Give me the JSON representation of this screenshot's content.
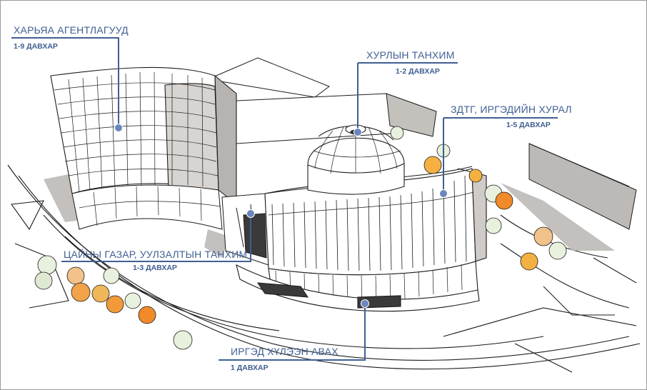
{
  "colors": {
    "callout": "#3f5f93",
    "marker": "#6a86bd",
    "ink": "#1c1c1c",
    "shadow": "#b9b5b2"
  },
  "callouts": [
    {
      "id": "regional-agencies",
      "title": "ХАРЬЯА АГЕНТЛАГУУД",
      "floors": "1-9 ДАВХАР"
    },
    {
      "id": "conference-hall",
      "title": "ХУРЛЫН ТАНХИМ",
      "floors": "1-2 ДАВХАР"
    },
    {
      "id": "city-council",
      "title": "ЗДТГ, ИРГЭДИЙН ХУРАЛ",
      "floors": "1-5 ДАВХАР"
    },
    {
      "id": "canteen-ceremony",
      "title": "ЦАЙНЫ ГАЗАР, УУЛЗАЛТЫН ТАНХИМ",
      "floors": "1-3 ДАВХАР"
    },
    {
      "id": "citizen-reception",
      "title": "ИРГЭД ХҮЛЭЭН АВАХ",
      "floors": "1 ДАВХАР"
    }
  ]
}
